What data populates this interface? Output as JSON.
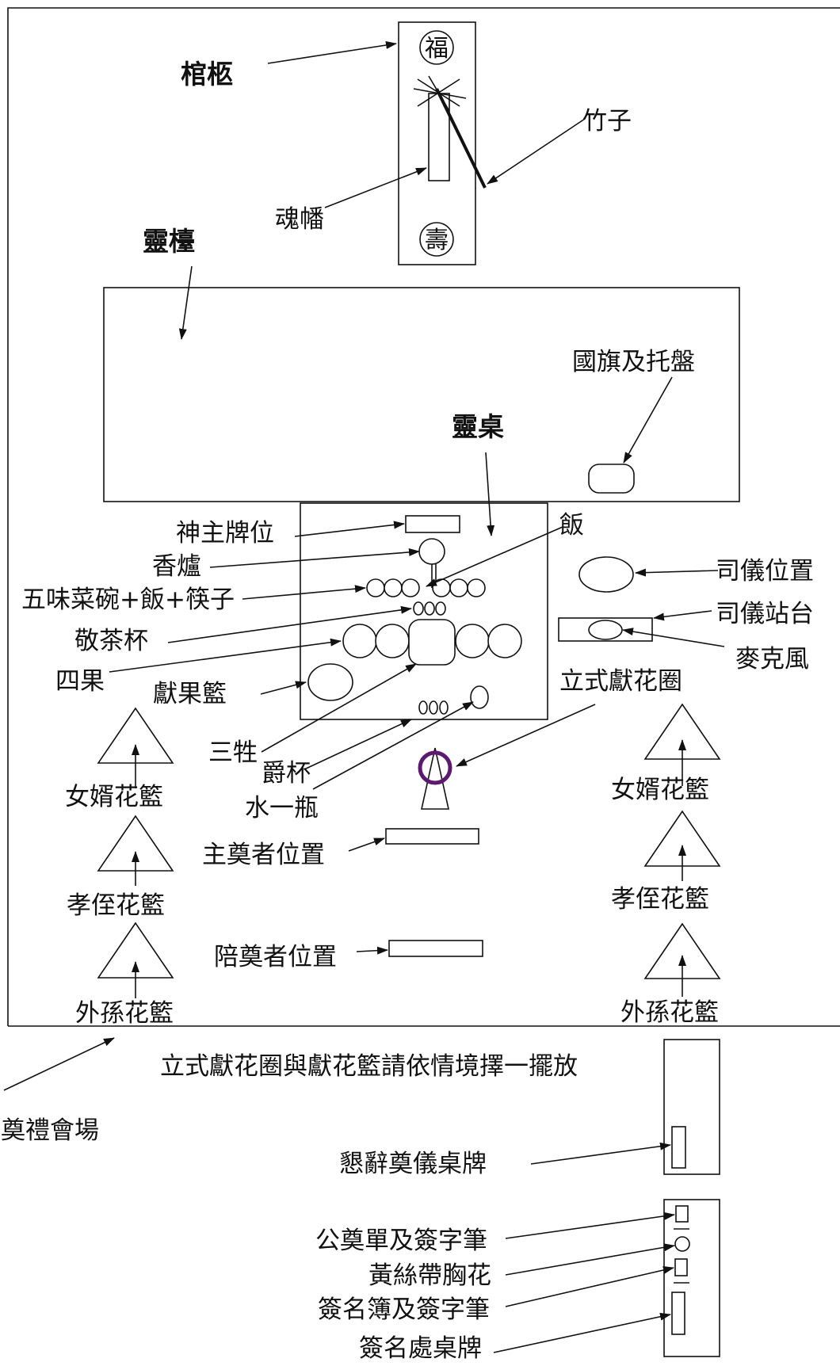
{
  "labels": {
    "coffin": "棺柩",
    "bamboo": "竹子",
    "soul_banner": "魂幡",
    "altar_area": "靈檯",
    "flag_tray": "國旗及托盤",
    "spirit_table": "靈桌",
    "rice": "飯",
    "tablet": "神主牌位",
    "incense_burner": "香爐",
    "five_dishes": "五味菜碗+飯+筷子",
    "tea_cups": "敬茶杯",
    "four_fruits": "四果",
    "fruit_basket": "獻果籃",
    "three_meats": "三牲",
    "wine_cups": "爵杯",
    "water_bottle": "水一瓶",
    "mc_position": "司儀位置",
    "mc_podium": "司儀站台",
    "microphone": "麥克風",
    "standing_wreath": "立式獻花圈",
    "left_son_in_law": "女婿花籃",
    "left_nephew": "孝侄花籃",
    "left_grandson": "外孫花籃",
    "right_son_in_law": "女婿花籃",
    "right_nephew": "孝侄花籃",
    "right_grandson": "外孫花籃",
    "chief_mourner": "主奠者位置",
    "accompanying_mourner": "陪奠者位置",
    "hall": "奠禮會場",
    "note": "立式獻花圈與獻花籃請依情境擇一擺放",
    "decline_sign": "懇辭奠儀桌牌",
    "gift_form": "公奠單及簽字筆",
    "corsage": "黃絲帶胸花",
    "guestbook": "簽名簿及簽字筆",
    "signin_sign": "簽名處桌牌"
  },
  "seals": {
    "top": "福",
    "bottom": "壽"
  },
  "colors": {
    "ink": "#111111",
    "wreath": "#5b1a6e",
    "background": "#ffffff"
  }
}
